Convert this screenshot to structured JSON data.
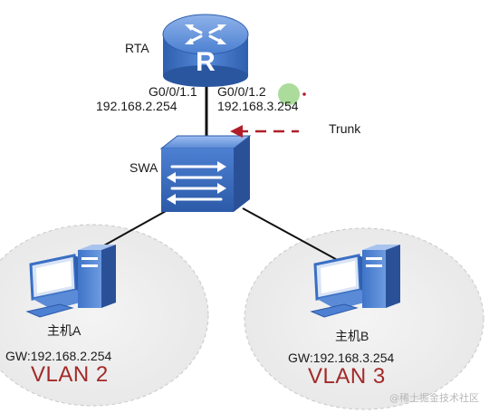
{
  "router": {
    "name": "RTA",
    "icon": "router-icon"
  },
  "switch": {
    "name": "SWA",
    "icon": "switch-icon"
  },
  "subinterfaces": [
    {
      "name": "G0/0/1.1",
      "ip": "192.168.2.254"
    },
    {
      "name": "G0/0/1.2",
      "ip": "192.168.3.254"
    }
  ],
  "trunk": {
    "label": "Trunk",
    "color": "#b01e2a"
  },
  "hosts": [
    {
      "name": "主机A",
      "gateway": "GW:192.168.2.254",
      "vlan": "VLAN 2",
      "icon": "computer-icon"
    },
    {
      "name": "主机B",
      "gateway": "GW:192.168.3.254",
      "vlan": "VLAN 3",
      "icon": "computer-icon"
    }
  ],
  "watermark": "@稀土掘金技术社区",
  "colors": {
    "device_blue": "#3a6fc4",
    "vlan_text": "#a32a2a",
    "link": "#111111",
    "cursor_highlight": "#8fd07a"
  }
}
